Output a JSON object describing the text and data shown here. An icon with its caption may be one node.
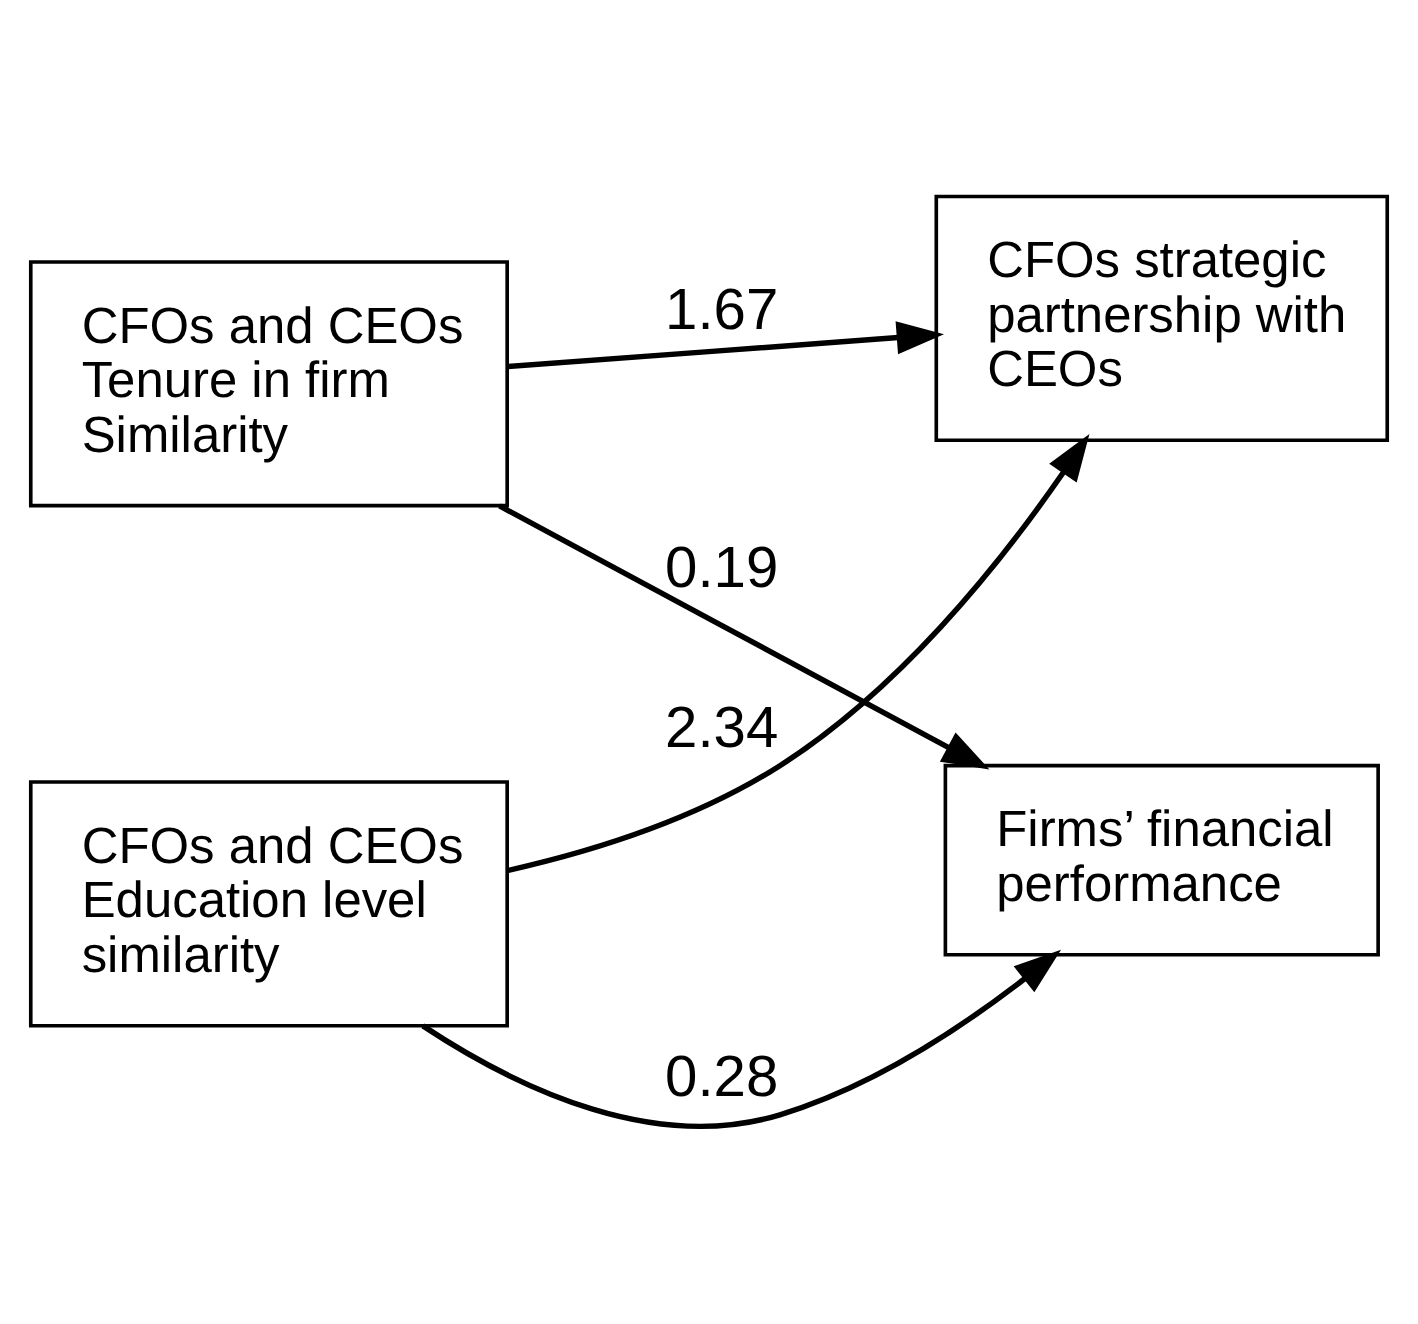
{
  "diagram": {
    "nodes": [
      {
        "text": [
          "CFOs and CEOs Tenure in firm Similarity"
        ]
      },
      {
        "text": [
          "CFOs strategic partnership with CEOs"
        ]
      },
      {
        "text": [
          "Firms’ financial performance"
        ]
      },
      {
        "text": [
          "CFOs and CEOs Education level similarity"
        ]
      }
    ],
    "edges": [
      {
        "from": 0,
        "to": 1,
        "arrow": "to",
        "label": "1.67"
      },
      {
        "from": 0,
        "to": 2,
        "arrow": "to",
        "label": "0.19"
      },
      {
        "from": 3,
        "to": 1,
        "arrow": "to",
        "label": "2.34"
      },
      {
        "from": 3,
        "to": 2,
        "arrow": "to",
        "label": "0.28"
      }
    ]
  }
}
